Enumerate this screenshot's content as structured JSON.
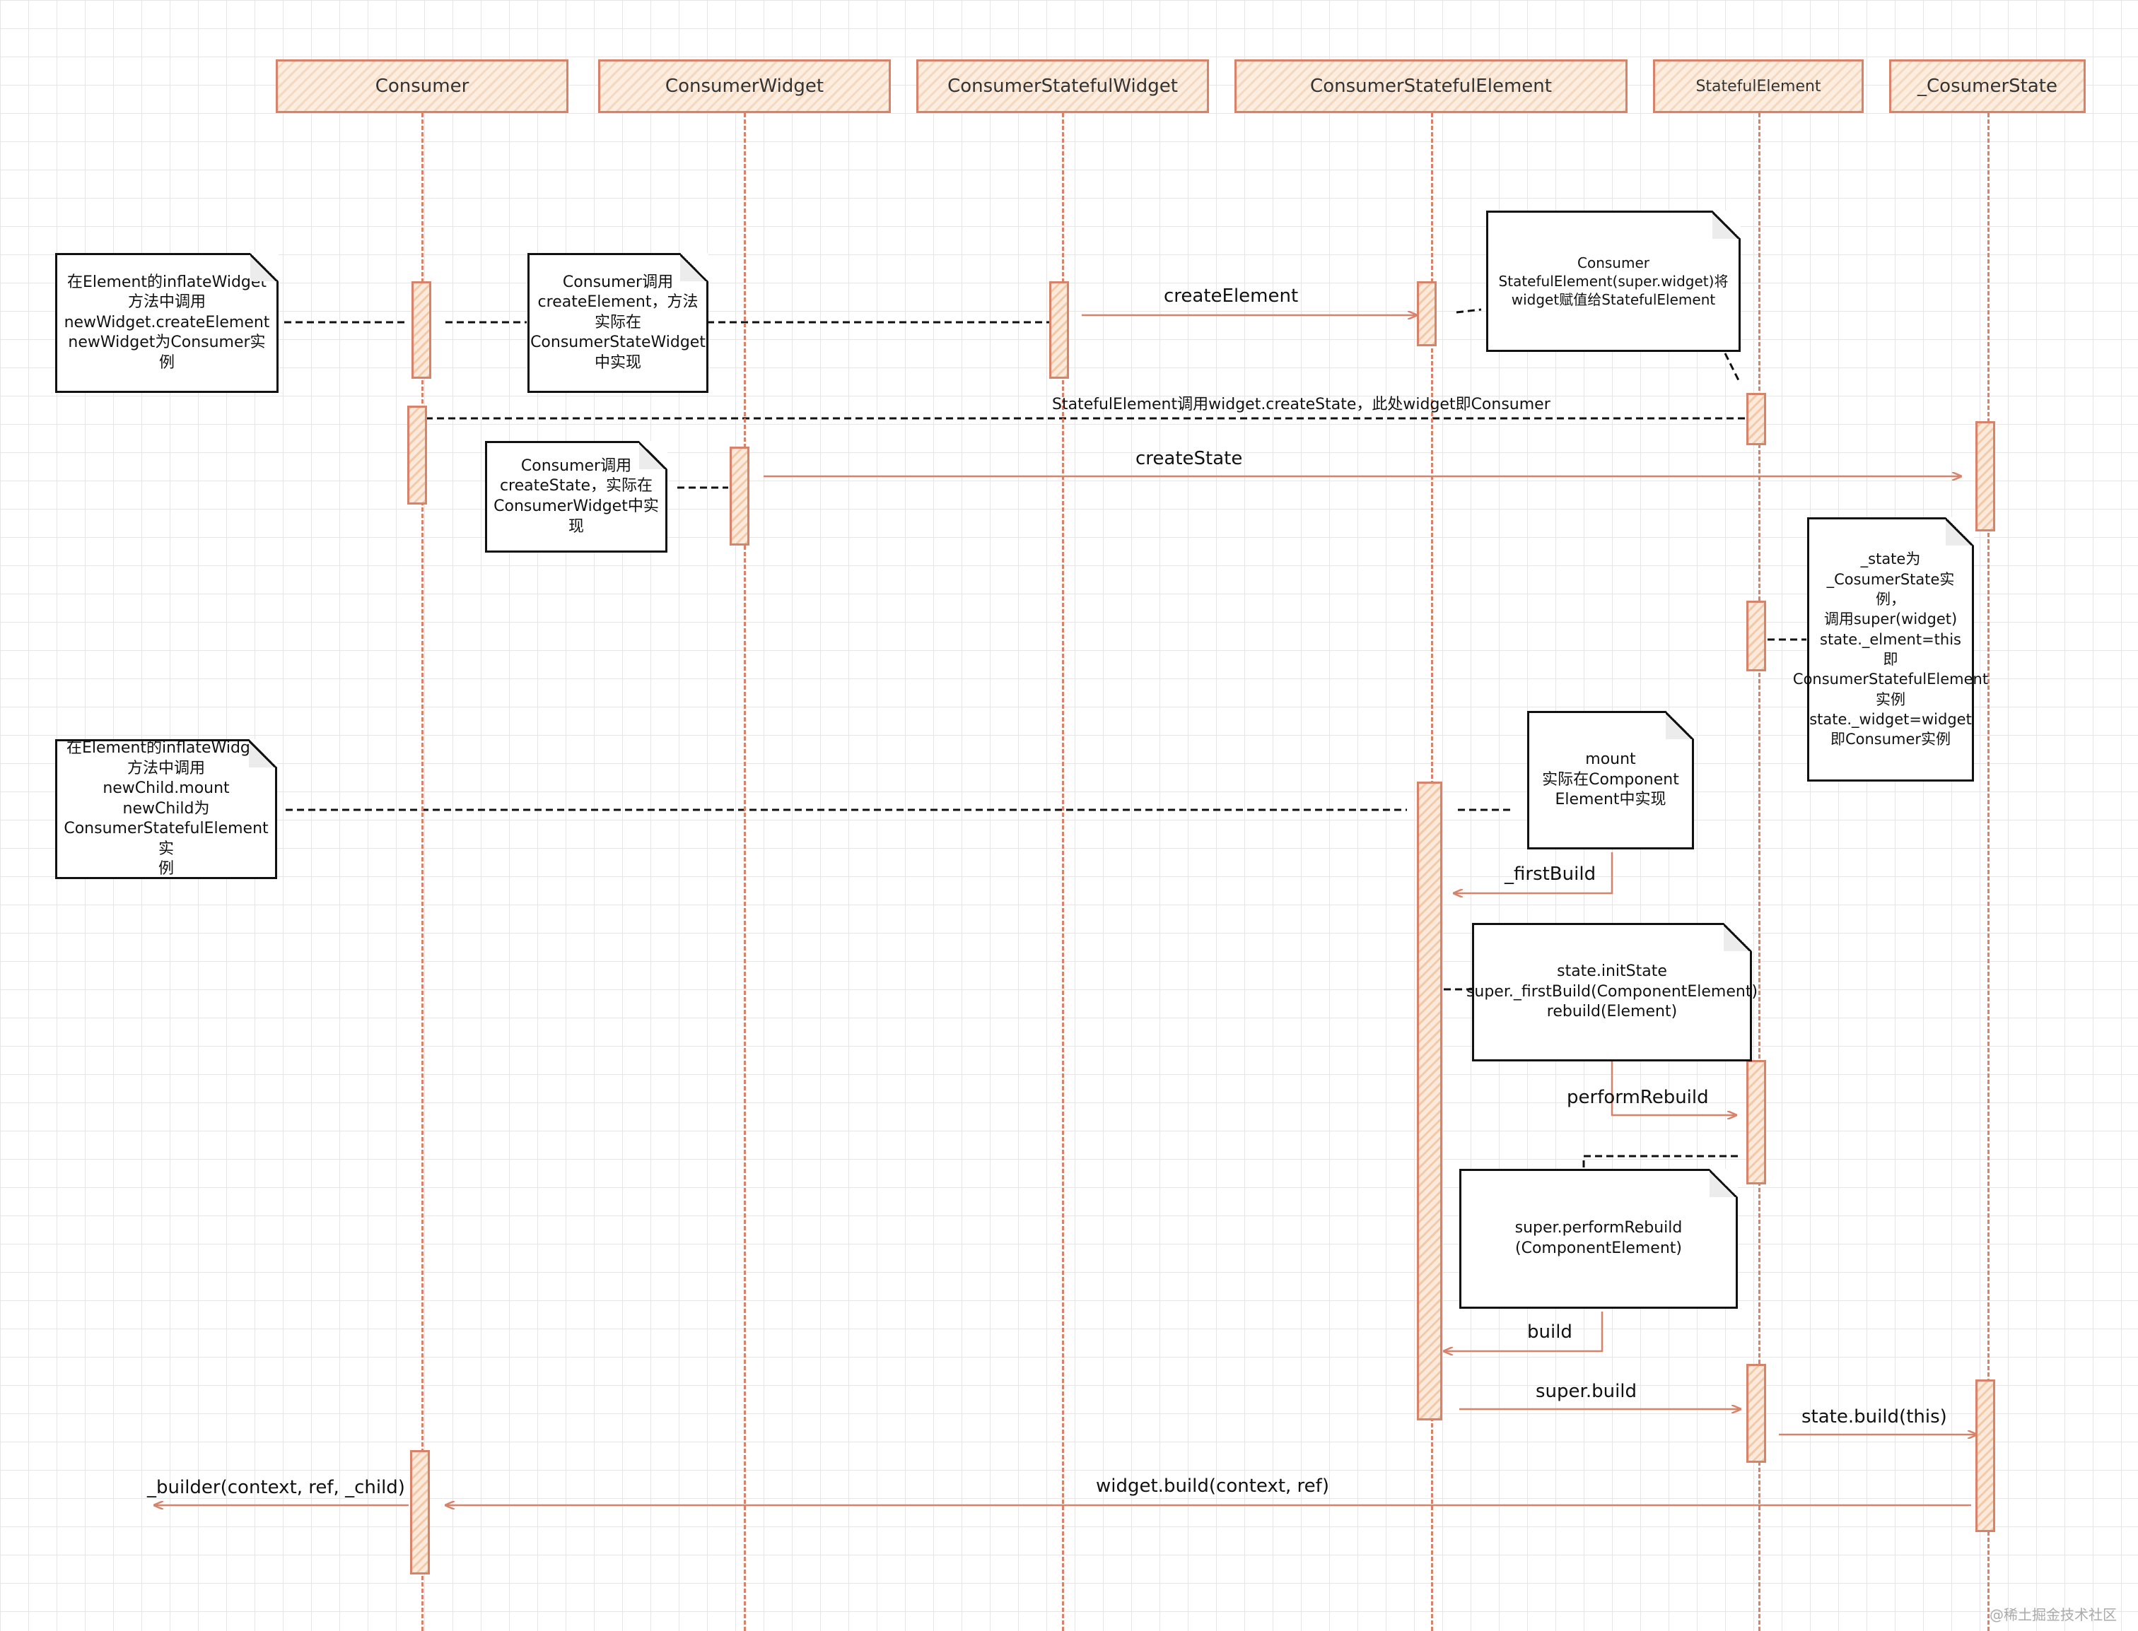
{
  "actors": [
    {
      "name": "Consumer"
    },
    {
      "name": "ConsumerWidget"
    },
    {
      "name": "ConsumerStatefulWidget"
    },
    {
      "name": "ConsumerStatefulElement"
    },
    {
      "name": "StatefulElement"
    },
    {
      "name": "_CosumerState"
    }
  ],
  "notes": {
    "inflate_create": "在Element的inflateWidget方法中调用\nnewWidget.createElement\nnewWidget为Consumer实例",
    "consumer_create_element": "Consumer调用\ncreateElement，方法\n实际在\nConsumerStateWidget\n中实现",
    "stateful_element_assign": "Consumer\nStatefulElement(super.widget)将\nwidget赋值给StatefulElement",
    "consumer_create_state": "Consumer调用\ncreateState，实际在\nConsumerWidget中实\n现",
    "state_instance": "_state为\n_CosumerState实\n例，\n调用super(widget)\nstate._elment=this\n即\nConsumerStatefulElement\n实例\nstate._widget=widget\n即Consumer实例",
    "inflate_mount": "在Element的inflateWidget方法中调用\nnewChild.mount\nnewChild为\nConsumerStatefulElement实\n例",
    "mount_impl": "mount\n实际在Component\nElement中实现",
    "init_state": "state.initState\nsuper._firstBuild(ComponentElement)\nrebuild(Element)",
    "super_perform_rebuild": "super.performRebuild\n(ComponentElement)"
  },
  "messages": {
    "create_element": "createElement",
    "stateful_create_state": "StatefulElement调用widget.createState，此处widget即Consumer",
    "create_state": "createState",
    "first_build": "_firstBuild",
    "perform_rebuild": "performRebuild",
    "build": "build",
    "super_build": "super.build",
    "state_build": "state.build(this)",
    "widget_build": "widget.build(context, ref)",
    "builder_call": "_builder(context, ref, _child)"
  },
  "watermark": "@稀土掘金技术社区",
  "colors": {
    "lifeline": "#d9826a",
    "note_border": "#111111"
  }
}
